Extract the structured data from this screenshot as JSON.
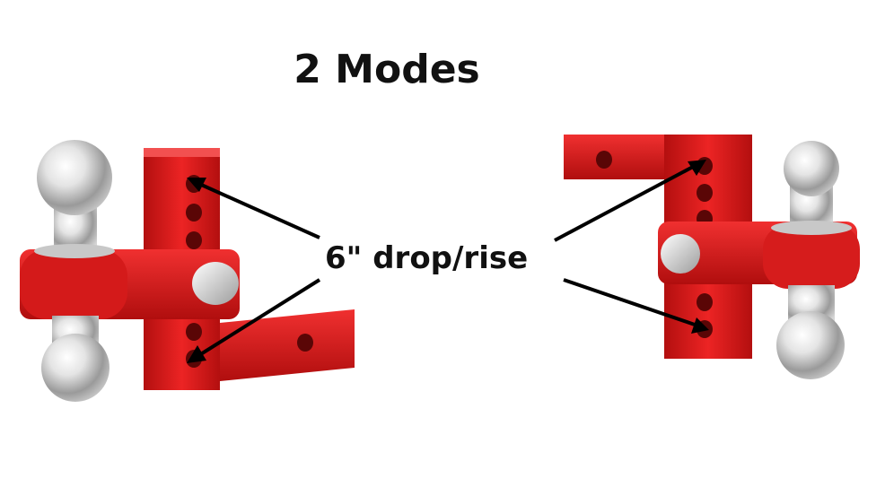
{
  "heading": {
    "title": "2 Modes"
  },
  "callout": {
    "label": "6\" drop/rise"
  },
  "colors": {
    "red": "#e01818",
    "red_dark": "#a80c0c",
    "chrome": "#d8d8d8",
    "arrow": "#000000"
  },
  "icons": {
    "left_product": "drop-hitch-illustration",
    "right_product": "rise-hitch-illustration"
  }
}
